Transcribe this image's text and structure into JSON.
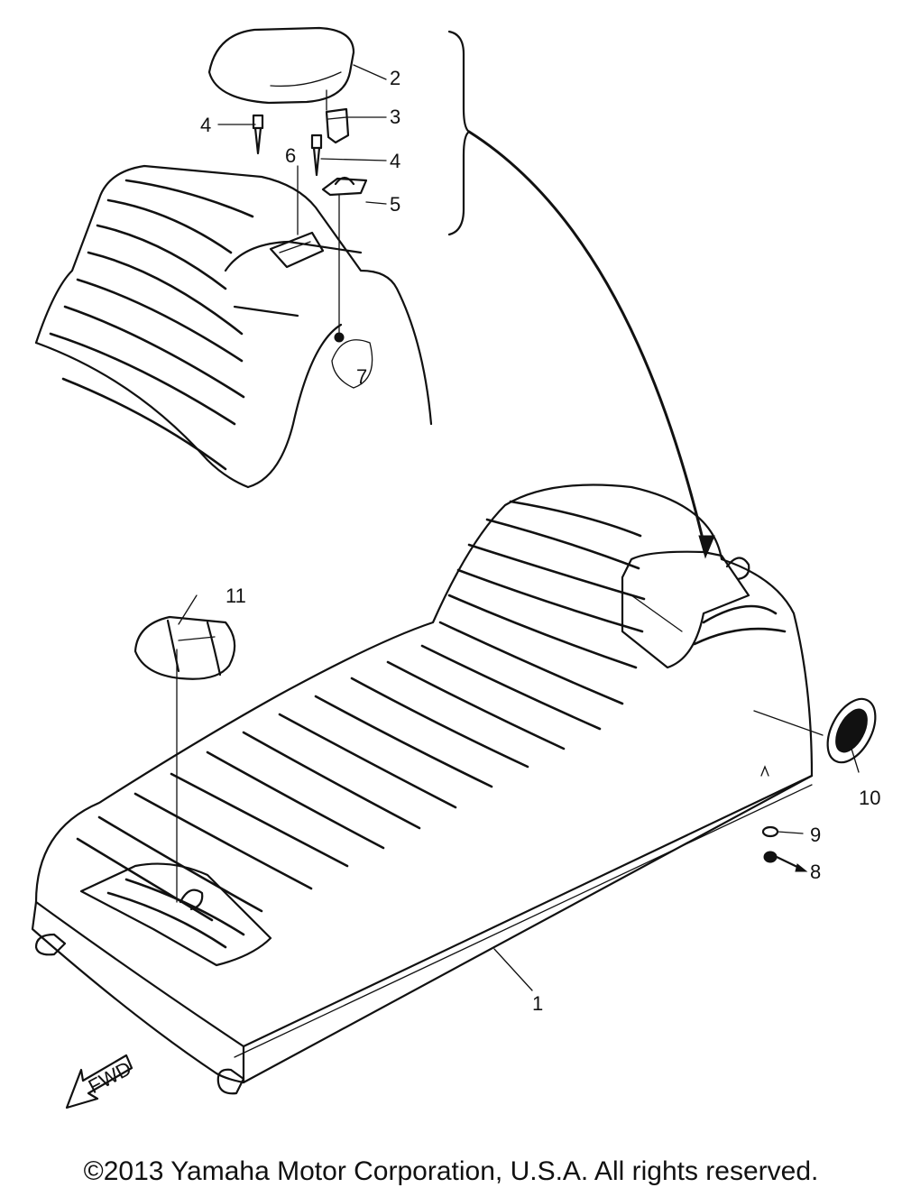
{
  "callouts": [
    "1",
    "2",
    "3",
    "4",
    "4",
    "5",
    "6",
    "7",
    "8",
    "9",
    "10",
    "11"
  ],
  "direction_marker": "FWD",
  "copyright": "©2013 Yamaha Motor Corporation, U.S.A. All rights reserved."
}
